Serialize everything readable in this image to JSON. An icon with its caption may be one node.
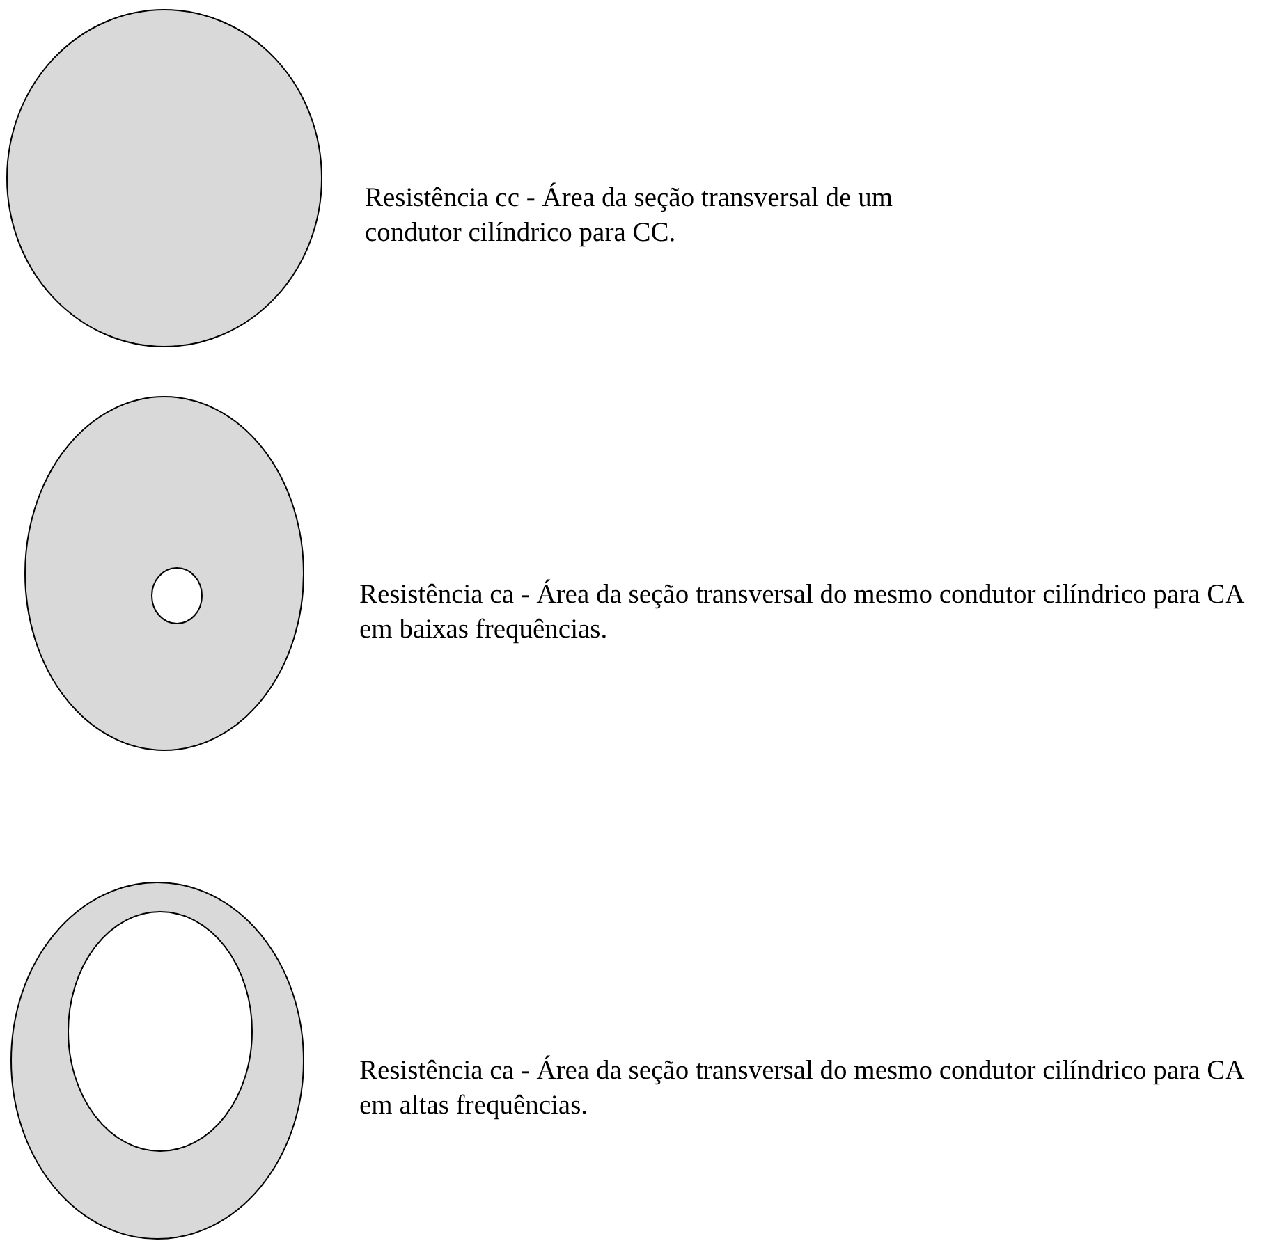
{
  "diagram": {
    "labels": [
      "Resistência cc - Área da seção transversal de um condutor cilíndrico para CC.",
      "Resistência ca - Área da seção transversal do mesmo condutor cilíndrico para CA em baixas frequências.",
      "Resistência ca - Área da seção transversal do mesmo condutor cilíndrico para CA em altas frequências."
    ]
  }
}
